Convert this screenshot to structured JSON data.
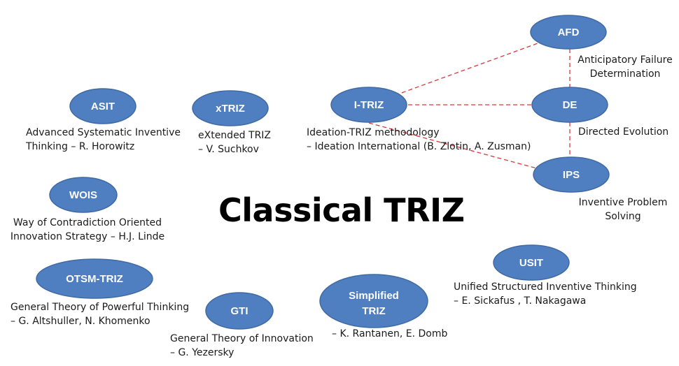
{
  "title": "Classical TRIZ",
  "nodes": {
    "afd": {
      "label": "AFD",
      "desc": [
        "Anticipatory Failure",
        "Determination"
      ]
    },
    "de": {
      "label": "DE",
      "desc": [
        "Directed Evolution"
      ]
    },
    "ips": {
      "label": "IPS",
      "desc": [
        "Inventive Problem",
        "Solving"
      ]
    },
    "itriz": {
      "label": "I-TRIZ",
      "desc": [
        "Ideation-TRIZ methodology",
        "– Ideation International (B. Zlotin, A. Zusman)"
      ]
    },
    "xtriz": {
      "label": "xTRIZ",
      "desc": [
        "eXtended TRIZ",
        "– V. Suchkov"
      ]
    },
    "asit": {
      "label": "ASIT",
      "desc": [
        "Advanced Systematic Inventive",
        "Thinking – R. Horowitz"
      ]
    },
    "wois": {
      "label": "WOIS",
      "desc": [
        "Way of Contradiction Oriented",
        "Innovation Strategy – H.J. Linde"
      ]
    },
    "otsm": {
      "label": "OTSM-TRIZ",
      "desc": [
        "General Theory of Powerful Thinking",
        "– G. Altshuller, N. Khomenko"
      ]
    },
    "gti": {
      "label": "GTI",
      "desc": [
        "General Theory of Innovation",
        "– G. Yezersky"
      ]
    },
    "simplified": {
      "label": [
        "Simplified",
        "TRIZ"
      ],
      "desc": [
        "– K. Rantanen, E. Domb"
      ]
    },
    "usit": {
      "label": "USIT",
      "desc": [
        "Unified Structured Inventive Thinking",
        "– E. Sickafus , T. Nakagawa"
      ]
    }
  },
  "links": [
    [
      "itriz",
      "afd"
    ],
    [
      "itriz",
      "de"
    ],
    [
      "itriz",
      "ips"
    ],
    [
      "afd",
      "de"
    ],
    [
      "de",
      "ips"
    ]
  ],
  "colors": {
    "node_fill": "#4f7fc0",
    "node_stroke": "#3f6aa3",
    "link": "#d9383a",
    "node_text": "#ffffff"
  }
}
